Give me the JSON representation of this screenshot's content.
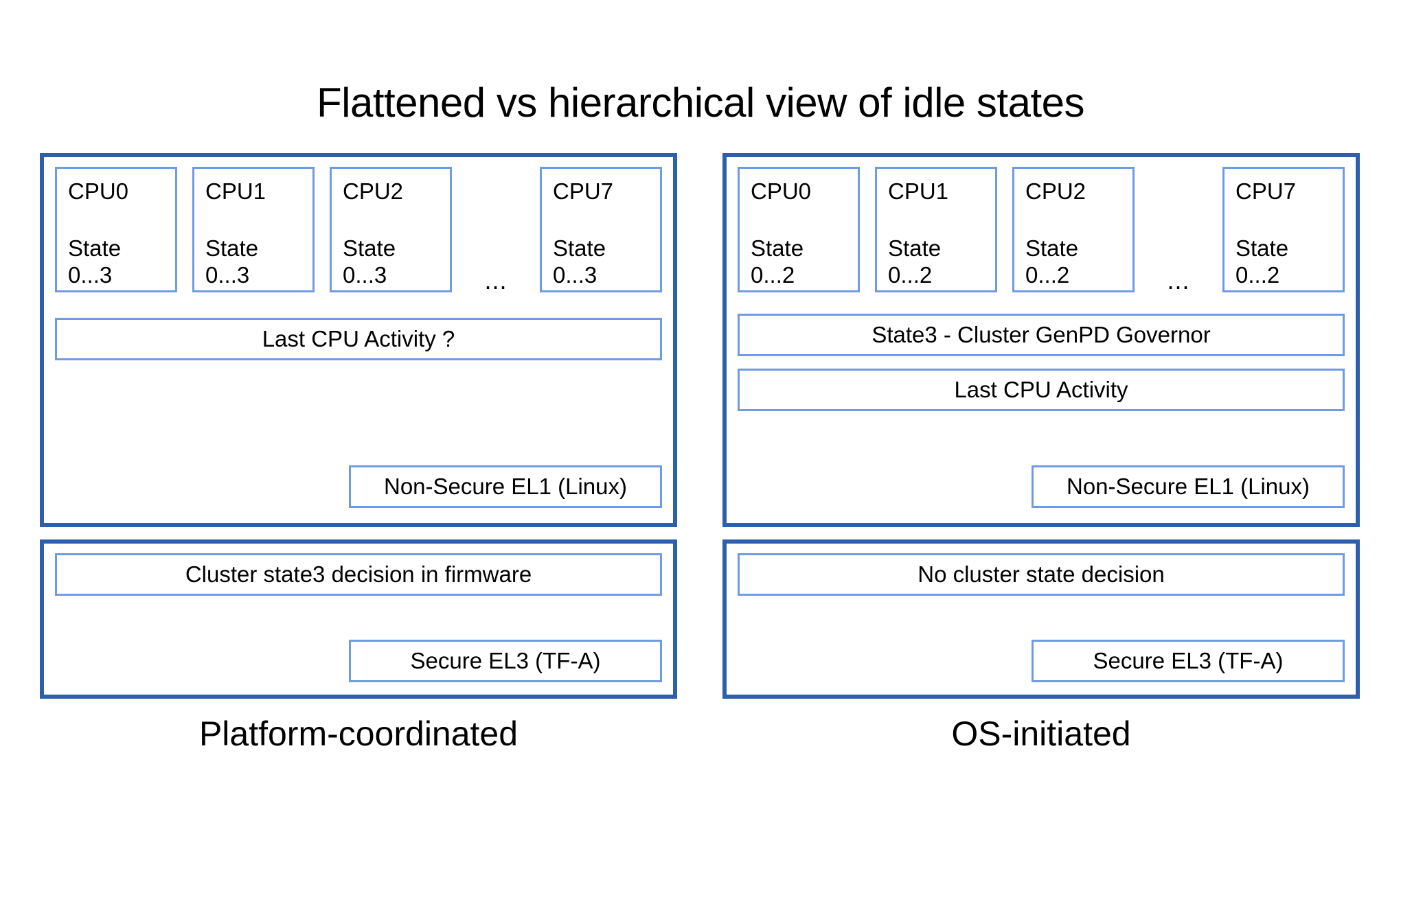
{
  "title": "Flattened vs hierarchical view of idle states",
  "colors": {
    "panel_border": "#2E5FAC",
    "box_border": "#6E9BE3",
    "background": "#FFFFFF",
    "text": "#000000"
  },
  "columns": [
    {
      "id": "platform-coordinated",
      "caption": "Platform-coordinated",
      "os_panel": {
        "cpus": [
          {
            "name": "CPU0",
            "state_label": "State",
            "state_range": "0...3"
          },
          {
            "name": "CPU1",
            "state_label": "State",
            "state_range": "0...3"
          },
          {
            "name": "CPU2",
            "state_label": "State",
            "state_range": "0...3"
          },
          {
            "name": "CPU7",
            "state_label": "State",
            "state_range": "0...3"
          }
        ],
        "ellipsis": "...",
        "boxes": [
          "Last CPU Activity ?"
        ],
        "level_label": "Non-Secure EL1 (Linux)"
      },
      "fw_panel": {
        "decision_label": "Cluster state3 decision in firmware",
        "level_label": "Secure EL3 (TF-A)"
      }
    },
    {
      "id": "os-initiated",
      "caption": "OS-initiated",
      "os_panel": {
        "cpus": [
          {
            "name": "CPU0",
            "state_label": "State",
            "state_range": "0...2"
          },
          {
            "name": "CPU1",
            "state_label": "State",
            "state_range": "0...2"
          },
          {
            "name": "CPU2",
            "state_label": "State",
            "state_range": "0...2"
          },
          {
            "name": "CPU7",
            "state_label": "State",
            "state_range": "0...2"
          }
        ],
        "ellipsis": "...",
        "boxes": [
          "State3 - Cluster GenPD Governor",
          "Last CPU Activity"
        ],
        "level_label": "Non-Secure EL1 (Linux)"
      },
      "fw_panel": {
        "decision_label": "No cluster state decision",
        "level_label": "Secure EL3 (TF-A)"
      }
    }
  ]
}
